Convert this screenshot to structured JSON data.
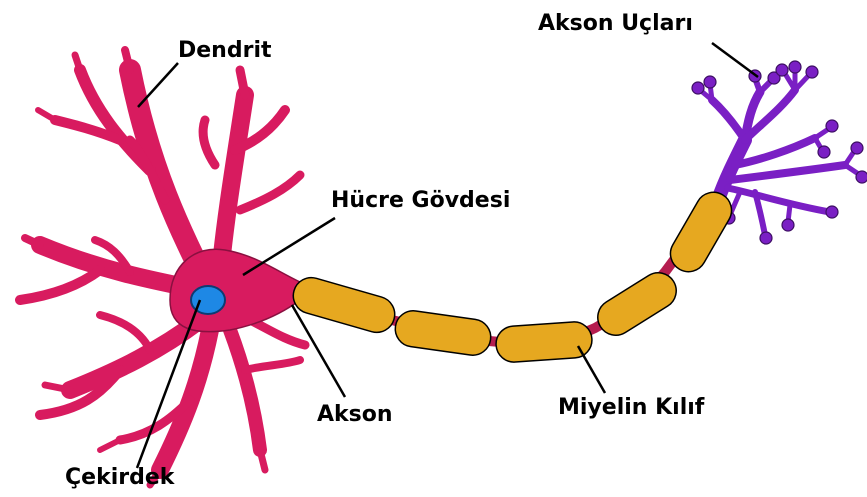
{
  "labels": {
    "dendrit": "Dendrit",
    "akson_uclari": "Akson Uçları",
    "hucre_govdesi": "Hücre Gövdesi",
    "akson": "Akson",
    "miyelin_kilif": "Miyelin Kılıf",
    "cekirdek": "Çekirdek"
  },
  "colors": {
    "cell_body": "#D81B5F",
    "nucleus": "#1E88E5",
    "myelin": "#E6A820",
    "axon_terminals": "#7A1FC4",
    "outline": "#000000"
  }
}
